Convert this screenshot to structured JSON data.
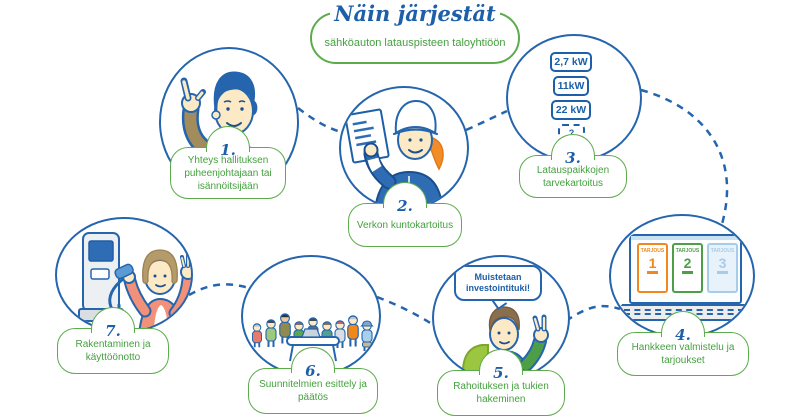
{
  "title": {
    "heading": "Näin järjestät",
    "subtitle": "sähköauton latauspisteen taloyhtiöön"
  },
  "steps": [
    {
      "number": "1.",
      "label": "Yhteys hallituksen puheenjohtajaan tai isännöitsijään"
    },
    {
      "number": "2.",
      "label": "Verkon kuntokartoitus"
    },
    {
      "number": "3.",
      "label": "Latauspaikkojen tarvekartoitus"
    },
    {
      "number": "4.",
      "label": "Hankkeen valmistelu ja tarjoukset"
    },
    {
      "number": "5.",
      "label": "Rahoituksen ja tukien hakeminen"
    },
    {
      "number": "6.",
      "label": "Suunnitelmien esittely ja päätös"
    },
    {
      "number": "7.",
      "label": "Rakentaminen ja käyttöönotto"
    }
  ],
  "charging_options": {
    "values": [
      "2,7 kW",
      "11kW",
      "22 kW",
      "?"
    ]
  },
  "offers": {
    "cards": [
      {
        "label": "TARJOUS",
        "number": "1",
        "color": "#F0881C"
      },
      {
        "label": "TARJOUS",
        "number": "2",
        "color": "#4E9E47"
      },
      {
        "label": "TARJOUS",
        "number": "3",
        "color": "#A6CCEA"
      }
    ]
  },
  "speech_bubble": {
    "line1": "Muistetaan",
    "line2": "investointituki!"
  },
  "colors": {
    "outline_blue": "#2565AE",
    "text_blue": "#1D5FA8",
    "green": "#5CAB4C",
    "text_green": "#44A13E",
    "orange": "#F0881C",
    "light_blue": "#A6CCEA"
  }
}
